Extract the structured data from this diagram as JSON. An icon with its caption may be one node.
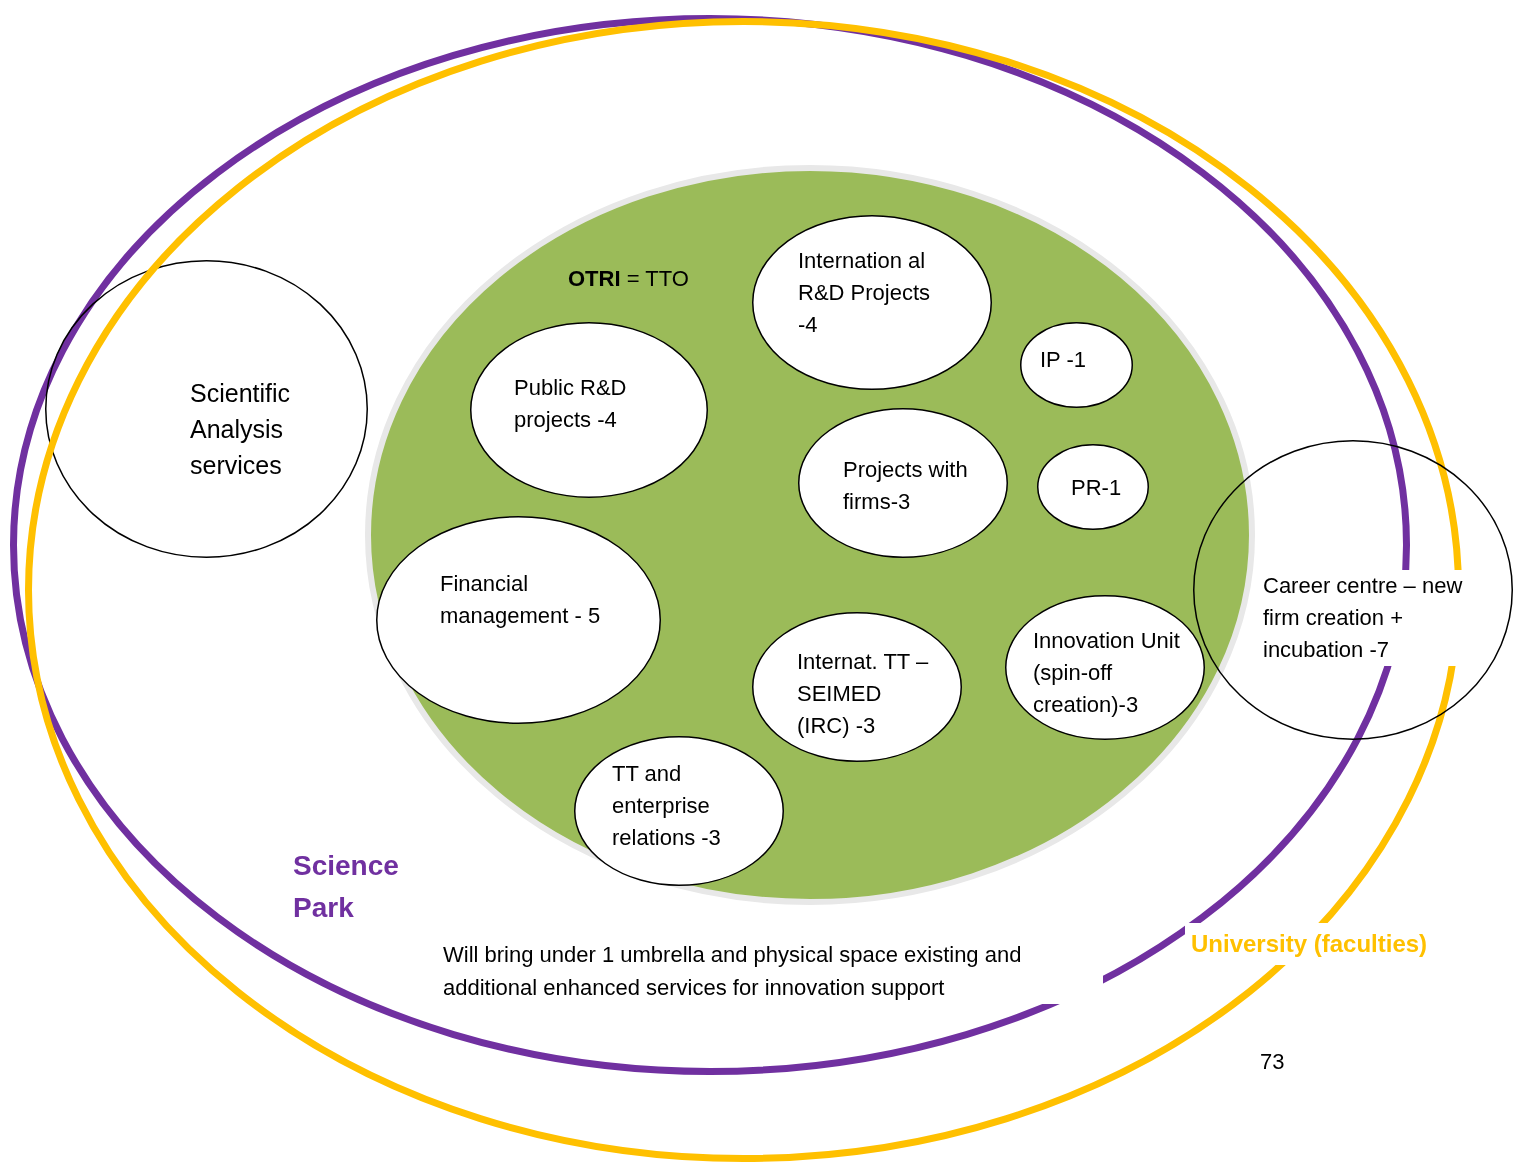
{
  "diagram": {
    "nodes": [
      {
        "text": [
          "Science Park"
        ]
      },
      {
        "text": [
          "University (faculties)"
        ]
      },
      {
        "text": [
          "**OTRI** = TTO"
        ],
        "in": 0
      },
      {
        "text": [
          "Scientific Analysis services"
        ],
        "in": 0
      },
      {
        "text": [
          "Internation al R&D Projects -4"
        ],
        "in": 2
      },
      {
        "text": [
          "Public R&D projects -4"
        ],
        "in": 2
      },
      {
        "text": [
          "IP -1"
        ],
        "in": 2
      },
      {
        "text": [
          "Projects with firms-3"
        ],
        "in": 2
      },
      {
        "text": [
          "PR-1"
        ],
        "in": 2
      },
      {
        "text": [
          "Financial management - 5"
        ],
        "in": 2
      },
      {
        "text": [
          "Career centre – new firm creation + incubation -7"
        ]
      },
      {
        "text": [
          "Internat. TT –SEIMED (IRC) -3"
        ],
        "in": 2
      },
      {
        "text": [
          "Innovation Unit (spin-off creation)-3"
        ],
        "in": 2
      },
      {
        "text": [
          "TT and enterprise relations -3"
        ],
        "in": 2
      }
    ],
    "labels": [
      "Will bring under 1 umbrella and physical space existing and additional enhanced services for innovation support",
      "73"
    ]
  }
}
